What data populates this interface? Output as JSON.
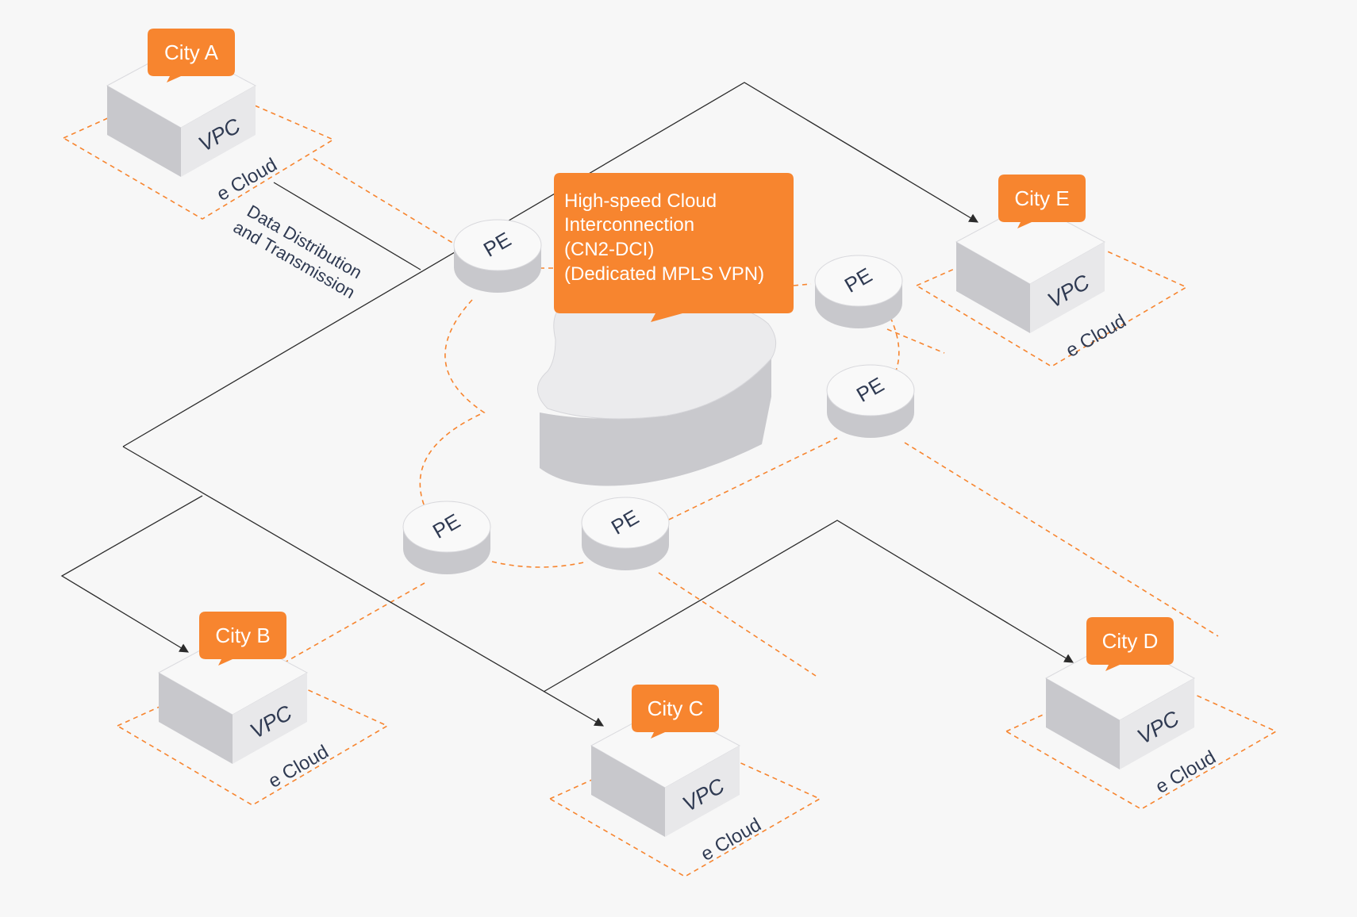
{
  "colors": {
    "accent": "#f7852f",
    "background": "#f7f7f7",
    "box_top": "#f8f8f8",
    "box_left": "#c8c8cc",
    "box_right": "#e8e8ea",
    "line": "#2b2b2b"
  },
  "center_callout": {
    "lines": [
      "High-speed Cloud",
      "Interconnection",
      "(CN2-DCI)",
      "(Dedicated MPLS VPN)"
    ]
  },
  "pe_label": "PE",
  "vpc_label": "VPC",
  "cloud_label": "e Cloud",
  "link_label": {
    "line1": "Data Distribution",
    "line2": "and Transmission"
  },
  "cities": [
    {
      "id": "a",
      "name": "City A"
    },
    {
      "id": "b",
      "name": "City B"
    },
    {
      "id": "c",
      "name": "City C"
    },
    {
      "id": "d",
      "name": "City D"
    },
    {
      "id": "e",
      "name": "City E"
    }
  ]
}
